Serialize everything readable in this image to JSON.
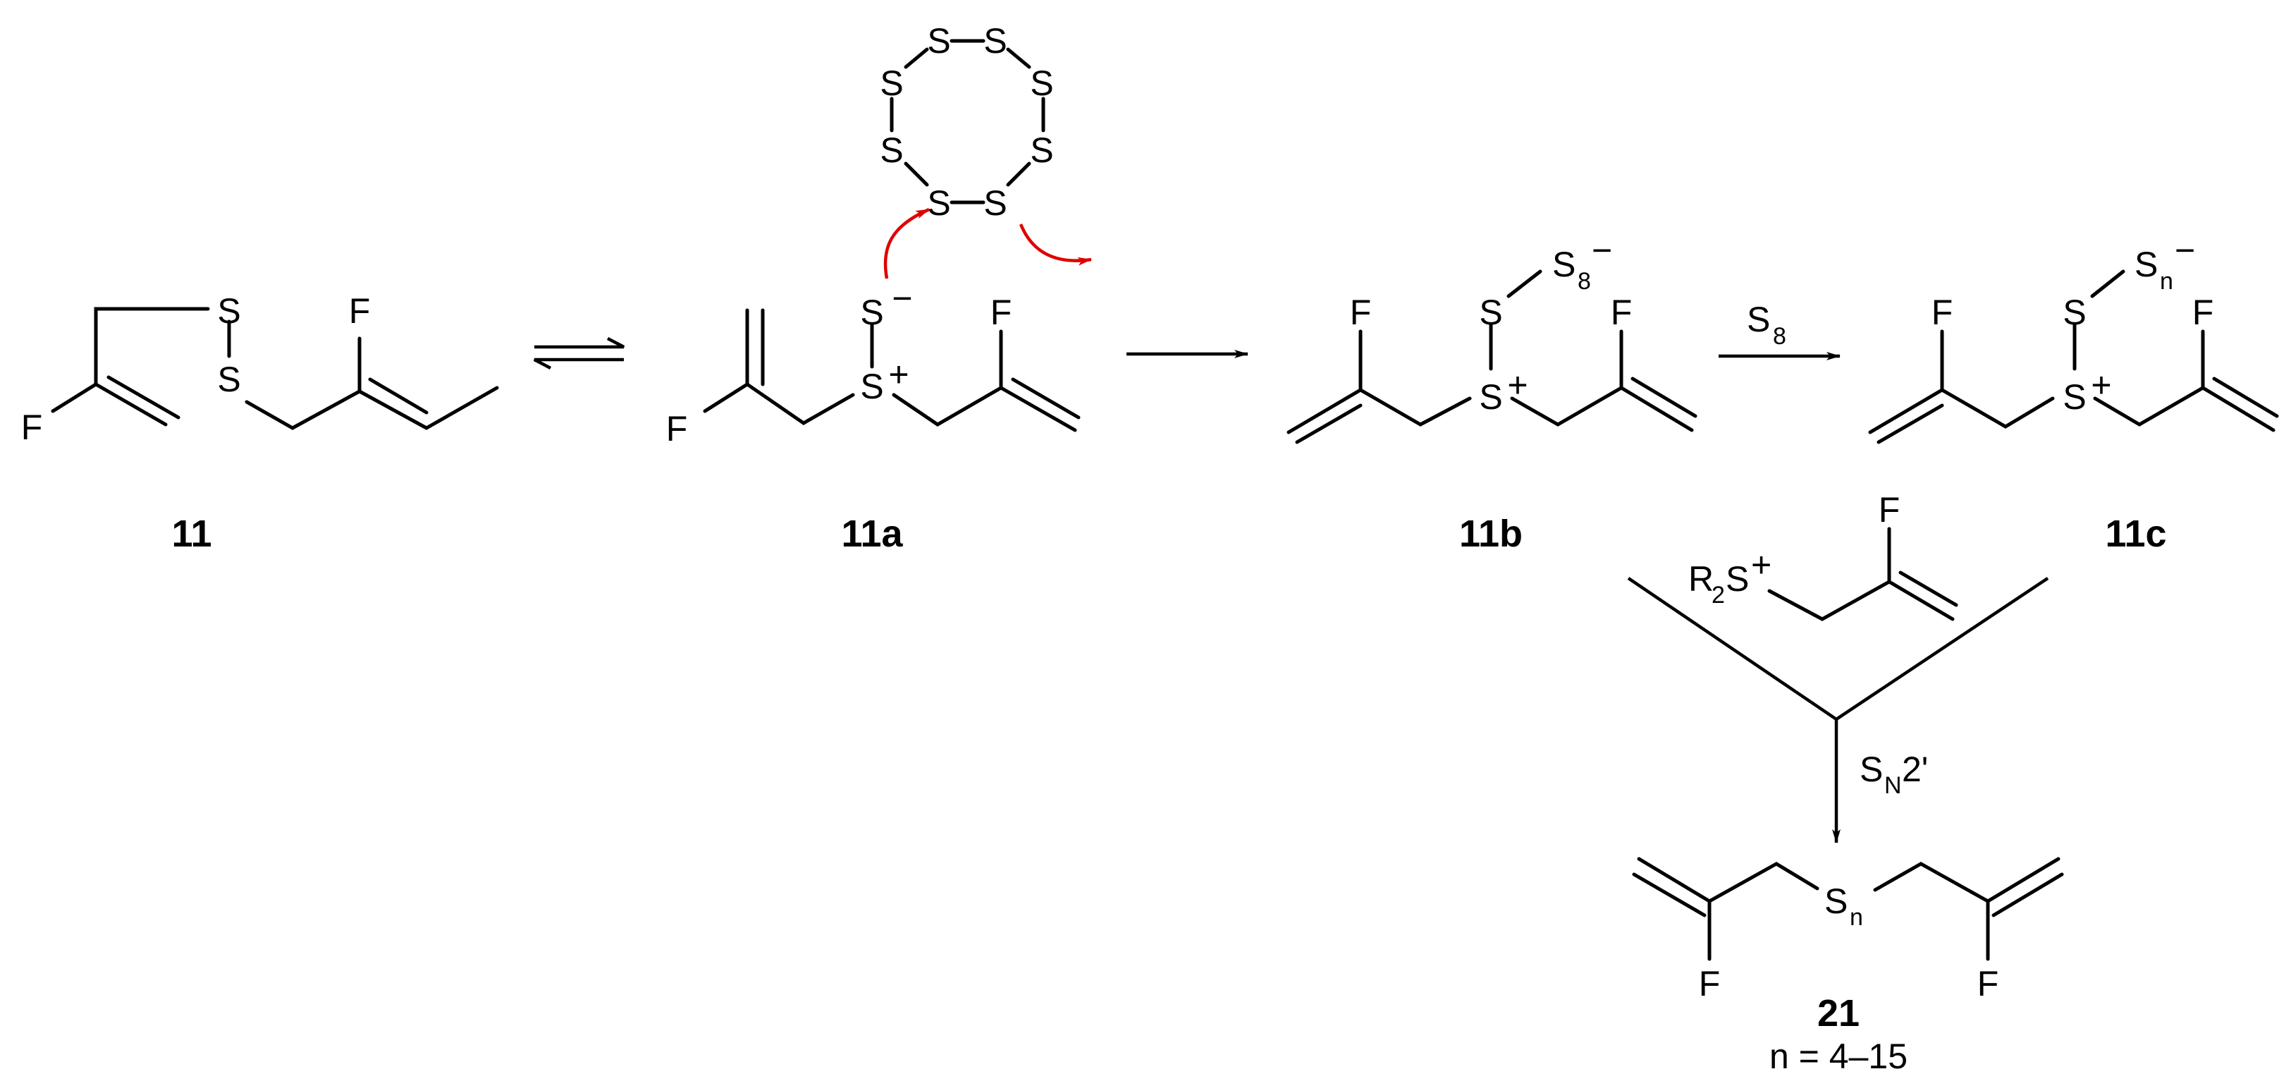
{
  "atoms": {
    "S": "S",
    "F": "F",
    "plus": "+",
    "minus": "−",
    "R2S_R": "R",
    "R2S_2": "2",
    "S8_sub": "8",
    "n_sub": "n",
    "N_sub": "N",
    "sn2_suffix": "2'"
  },
  "compounds": {
    "c11": "11",
    "c11a": "11a",
    "c11b": "11b",
    "c11c": "11c",
    "c21": "21"
  },
  "conditions": {
    "reagent_S": "S",
    "reagent_sub": "8",
    "n_range": "n = 4–15"
  },
  "colors": {
    "ink": "#000000",
    "electron_arrow": "#e00000"
  }
}
